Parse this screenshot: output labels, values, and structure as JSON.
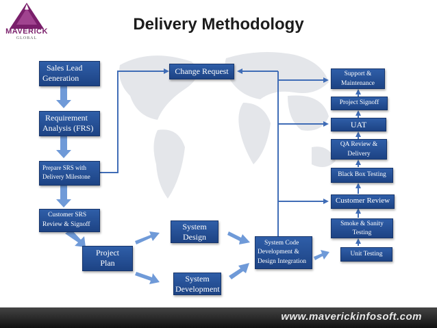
{
  "header": {
    "title": "Delivery Methodology",
    "logo_name": "MAVERICK",
    "logo_sub": "GLOBAL"
  },
  "footer": {
    "url": "www.maverickinfosoft.com"
  },
  "colors": {
    "box": "#244c92",
    "arrow": "#6f9ad8",
    "connector": "#3f6cb6",
    "logo": "#7a1f6b",
    "footer": "#222222"
  },
  "left_column": [
    {
      "lines": [
        "Sales Lead",
        "Generation"
      ]
    },
    {
      "lines": [
        "Requirement",
        "Analysis (FRS)"
      ]
    },
    {
      "lines": [
        "Prepare SRS with",
        "Delivery Milestone"
      ]
    },
    {
      "lines": [
        "Customer SRS",
        "Review  & Signoff"
      ]
    }
  ],
  "middle": {
    "project_plan": [
      "Project",
      "Plan"
    ],
    "system_design": [
      "System",
      "Design"
    ],
    "system_development": [
      "System",
      "Development"
    ],
    "change_request": "Change Request",
    "system_code": [
      "System Code",
      "Development &",
      "Design Integration"
    ]
  },
  "right_column": [
    {
      "lines": [
        "Support &",
        "Maintenance"
      ]
    },
    {
      "lines": [
        "Project Signoff"
      ]
    },
    {
      "lines": [
        "UAT"
      ]
    },
    {
      "lines": [
        "QA Review  &",
        "Delivery"
      ]
    },
    {
      "lines": [
        "Black  Box Testing"
      ]
    },
    {
      "lines": [
        "Customer Review"
      ]
    },
    {
      "lines": [
        "Smoke  & Sanity",
        "Testing"
      ]
    },
    {
      "lines": [
        "Unit Testing"
      ]
    }
  ]
}
